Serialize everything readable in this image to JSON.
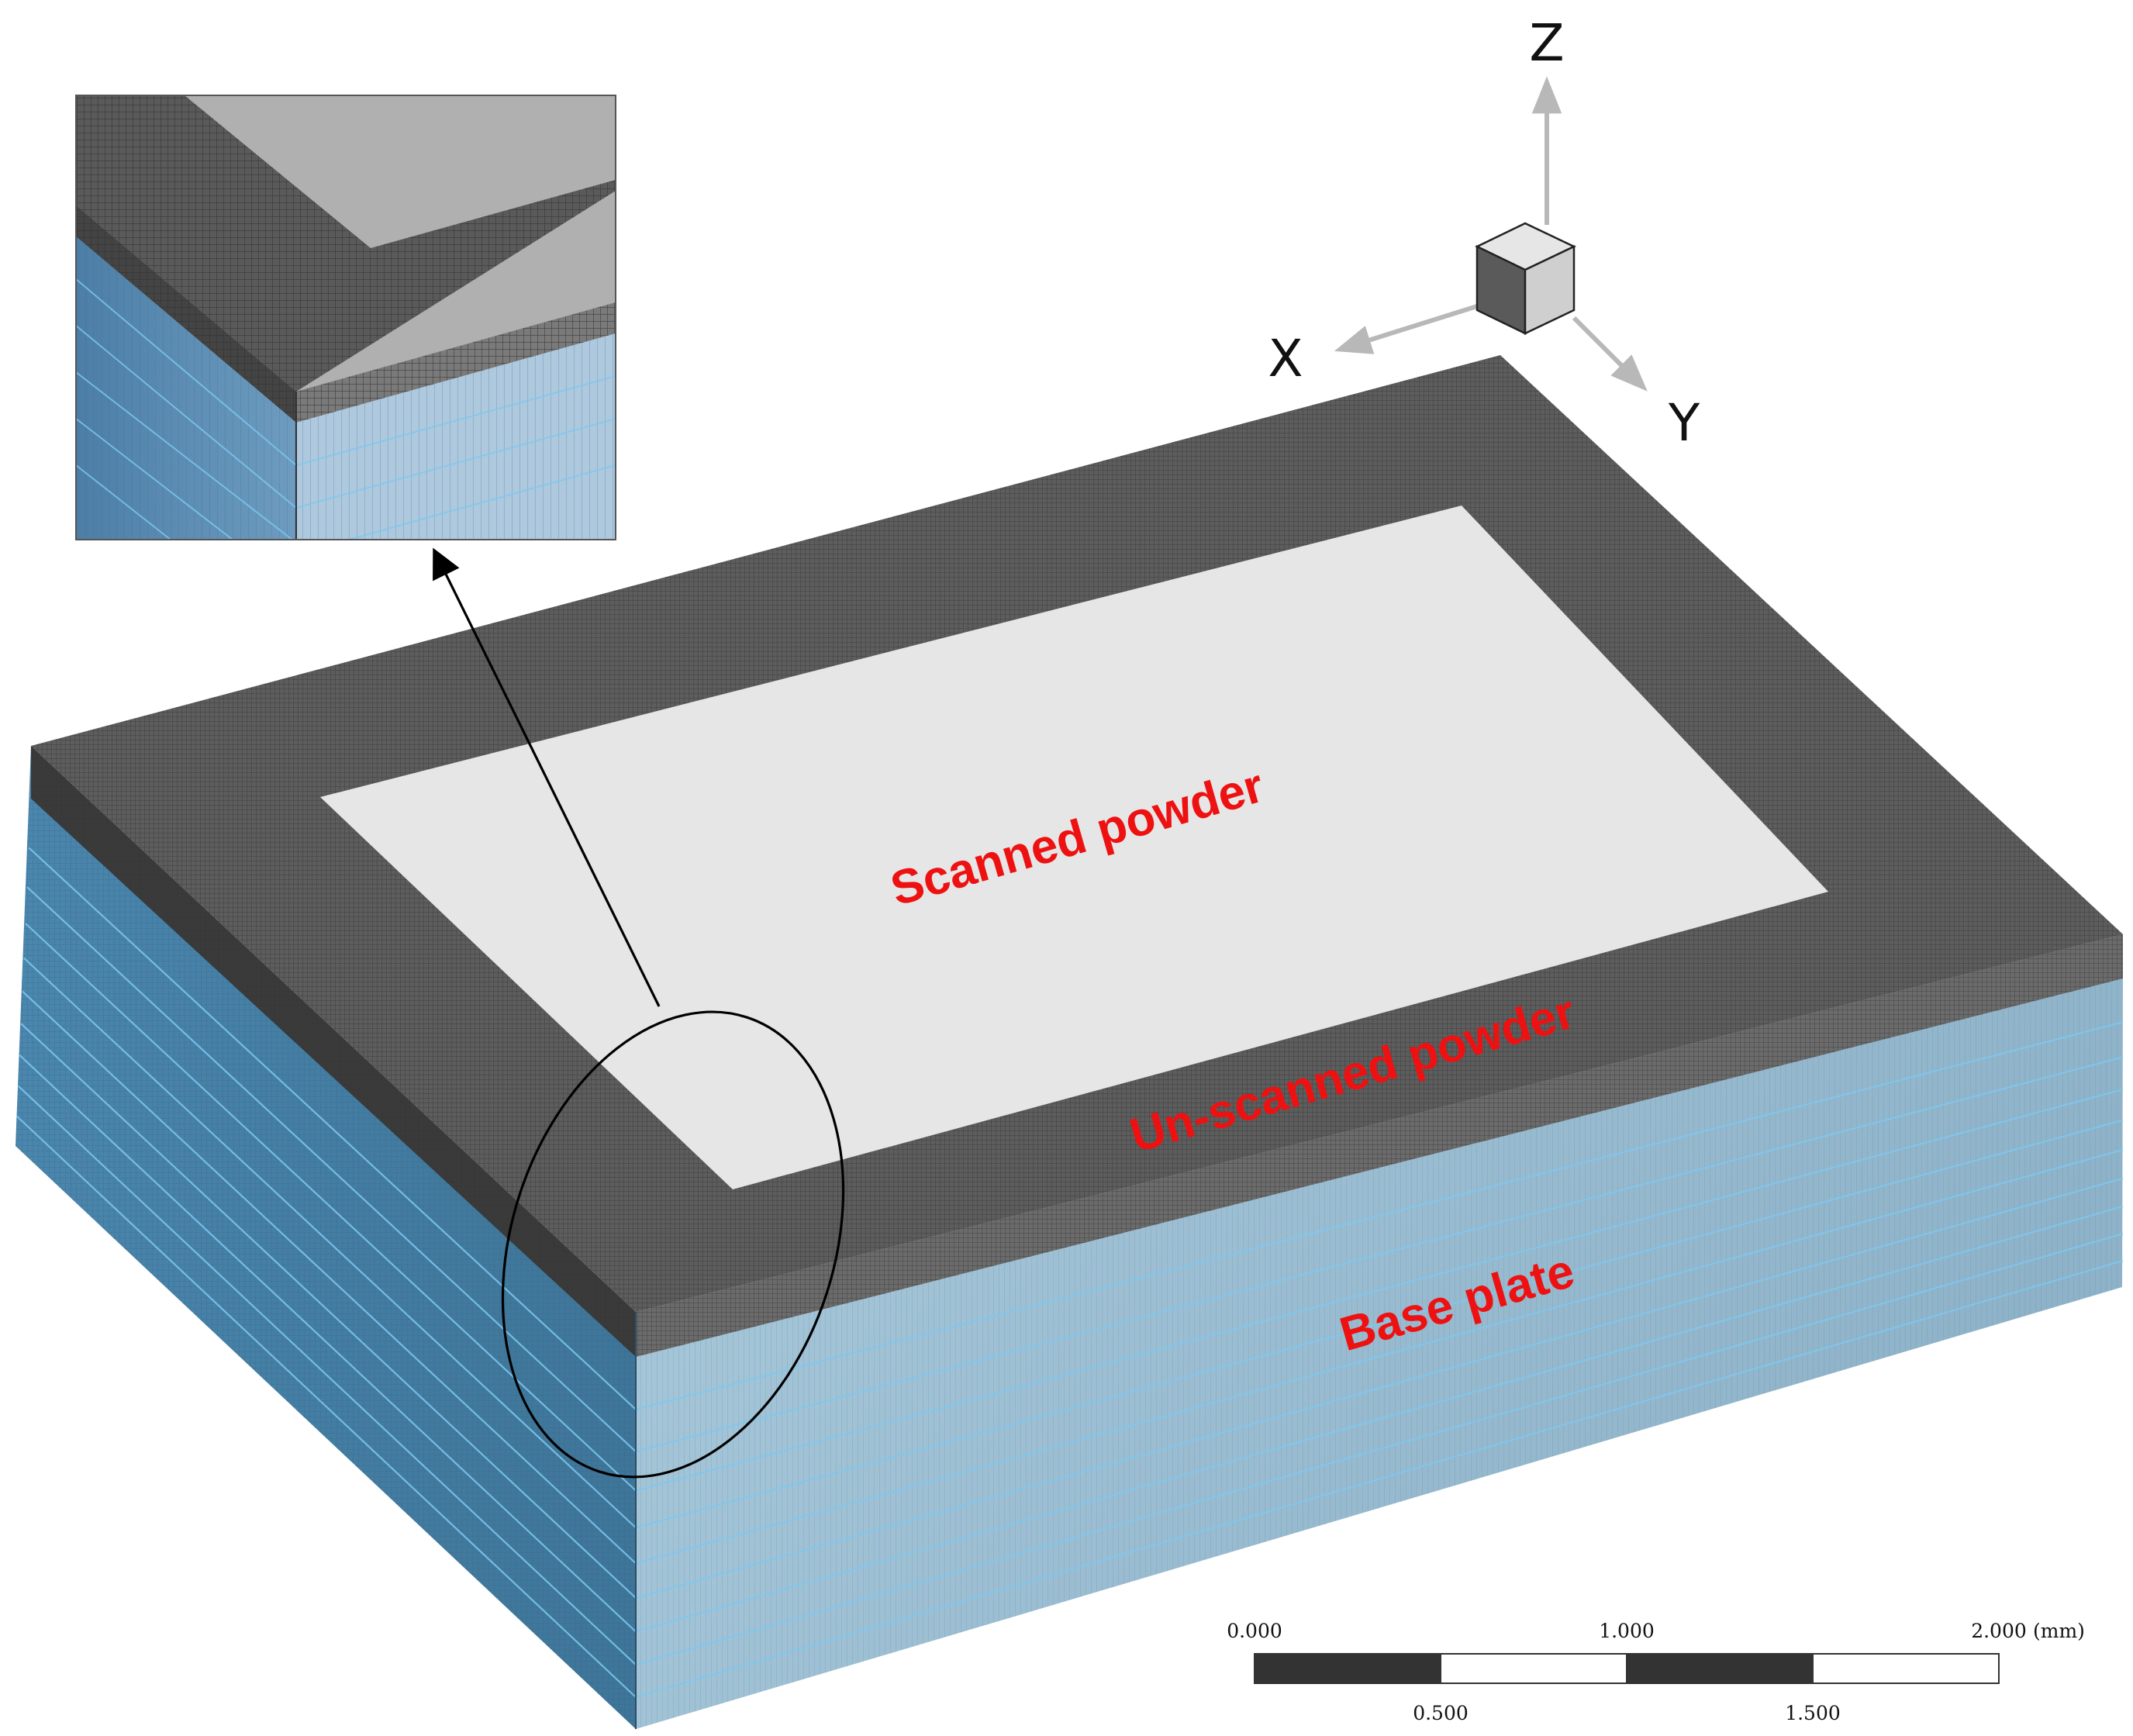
{
  "labels": {
    "scanned": "Scanned powder",
    "unscanned": "Un-scanned powder",
    "base": "Base plate"
  },
  "axes": {
    "x": "X",
    "y": "Y",
    "z": "Z"
  },
  "scale_bar": {
    "top_ticks": [
      "0.000",
      "1.000",
      "2.000"
    ],
    "bottom_ticks": [
      "0.500",
      "1.500"
    ],
    "unit": "(mm)"
  },
  "colors": {
    "base_plate": "#5b92b6",
    "base_plate_light": "#8fb7cf",
    "unscanned_powder": "#5d5d5d",
    "scanned_powder": "#e6e6e6",
    "label_red": "#ee1111",
    "mesh_line": "#7ec8f0"
  }
}
